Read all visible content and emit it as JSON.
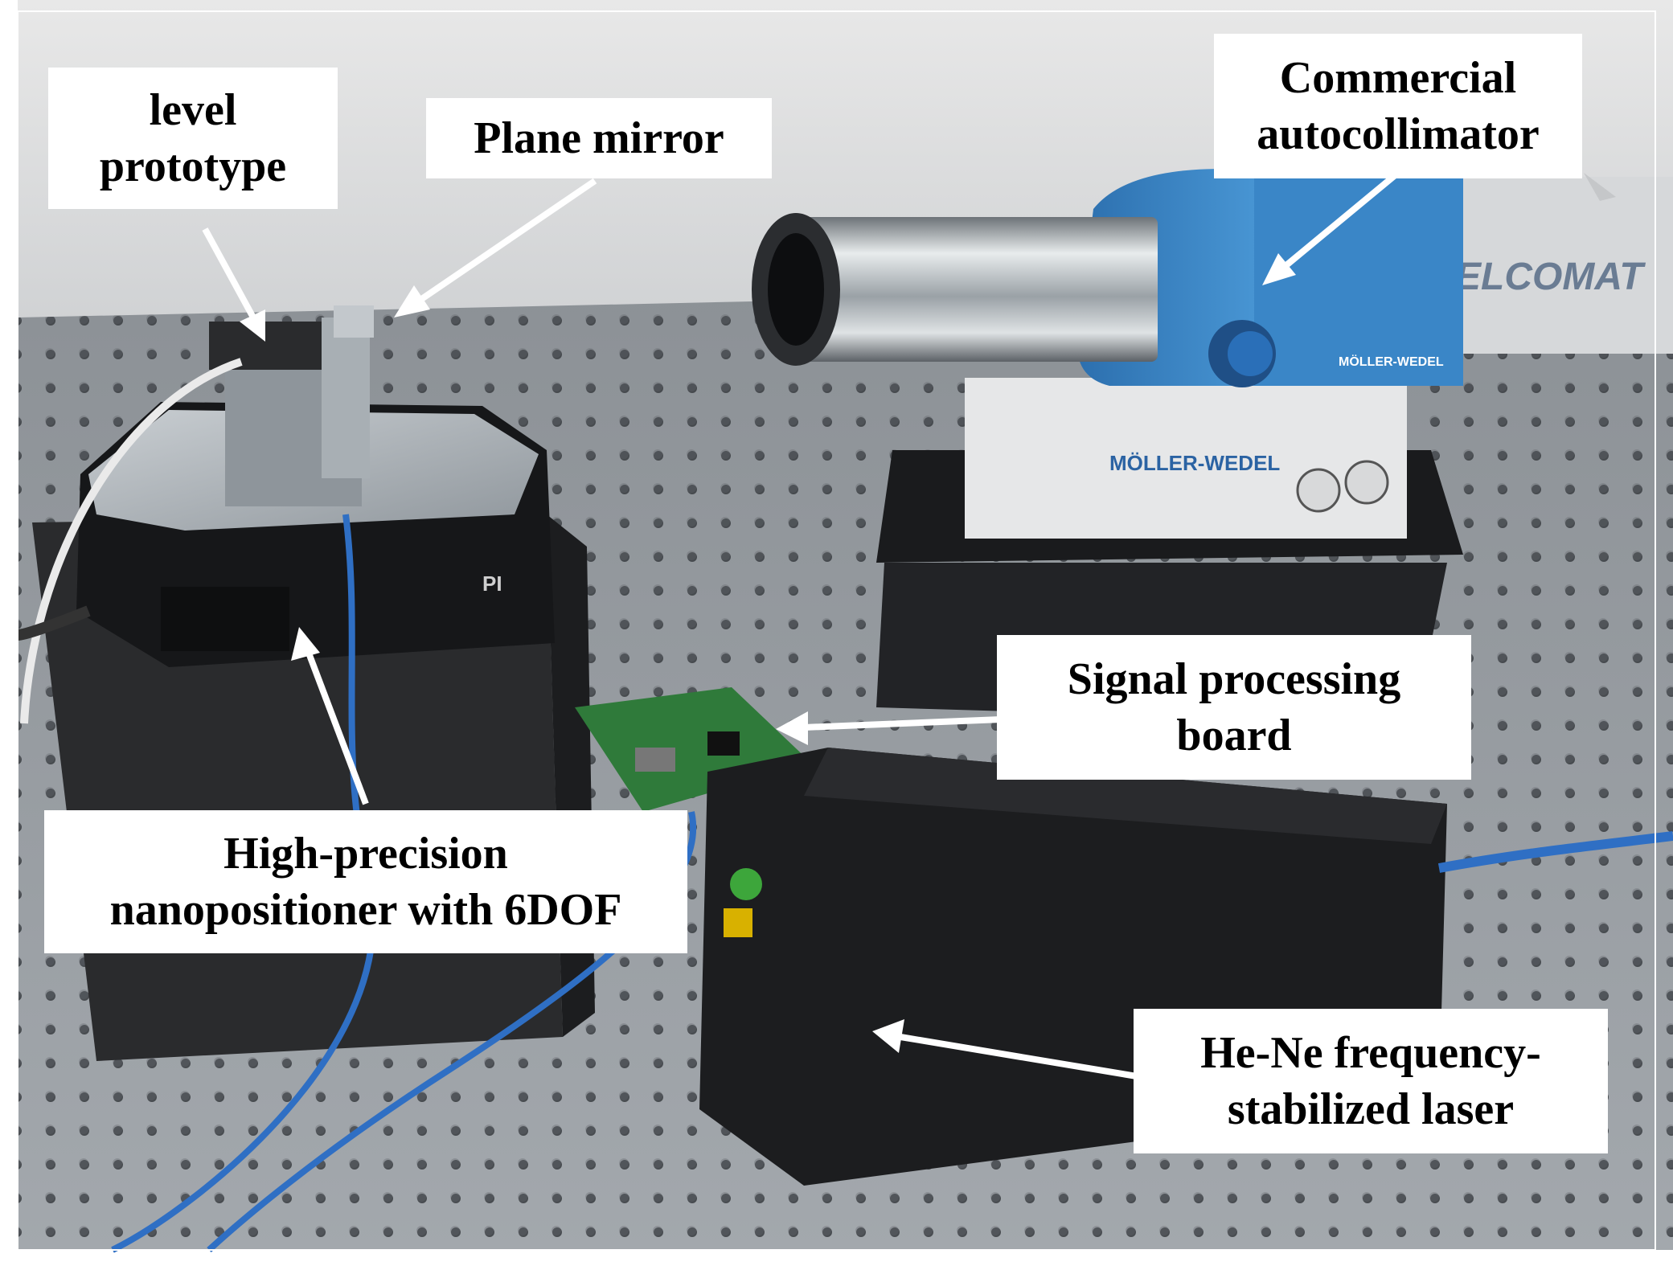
{
  "labels": {
    "level_prototype": [
      "level",
      "prototype"
    ],
    "plane_mirror": [
      "Plane mirror"
    ],
    "commercial_autocollimator": [
      "Commercial",
      "autocollimator"
    ],
    "signal_processing_board": [
      "Signal processing",
      "board"
    ],
    "nanopositioner": [
      "High-precision",
      "nanopositioner with 6DOF"
    ],
    "laser": [
      "He-Ne frequency-",
      "stabilized laser"
    ]
  },
  "equipment_text": {
    "elcomat": "ELCOMAT",
    "moller_wedel_head": "MÖLLER-WEDEL",
    "moller_wedel_base": "MÖLLER-WEDEL",
    "pi_logo": "PI"
  },
  "colors": {
    "table": "#8f9499",
    "wall": "#d9dadb",
    "autocollimator_blue": "#3b86c9",
    "granite": "#2a2b2d",
    "laser_box": "#1c1d1f",
    "pcb_green": "#2f7a3a",
    "cable_blue": "#2f6fc4"
  }
}
